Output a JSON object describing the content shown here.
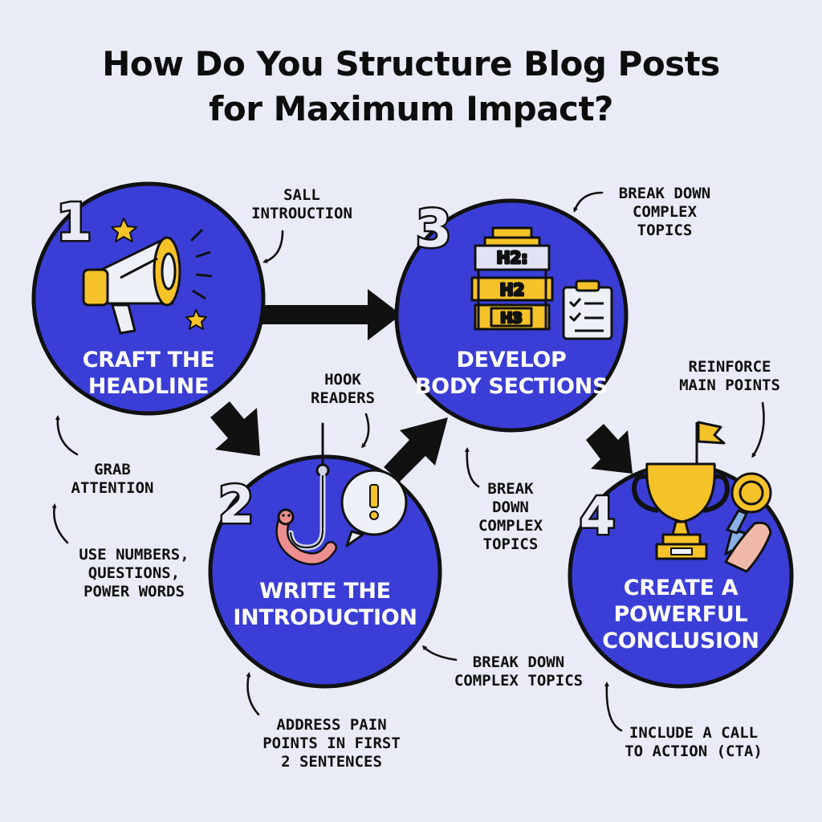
{
  "title": {
    "line1": "How Do You Structure Blog Posts",
    "line2": "for Maximum Impact?"
  },
  "steps": [
    {
      "number": "1",
      "label_lines": [
        "CRAFT THE",
        "HEADLINE"
      ],
      "icon": "megaphone-icon"
    },
    {
      "number": "2",
      "label_lines": [
        "WRITE THE",
        "INTRODUCTION"
      ],
      "icon": "fishhook-worm-icon"
    },
    {
      "number": "3",
      "label_lines": [
        "DEVELOP",
        "BODY SECTIONS"
      ],
      "icon": "heading-structure-icon"
    },
    {
      "number": "4",
      "label_lines": [
        "CREATE A",
        "POWERFUL",
        "CONCLUSION"
      ],
      "icon": "trophy-icon"
    }
  ],
  "heading_blocks": [
    "H2:",
    "H2",
    "H3"
  ],
  "notes": {
    "sall_introduction": [
      "SALL",
      "INTROUCTION"
    ],
    "grab_attention": [
      "GRAB",
      "ATTENTION"
    ],
    "use_numbers": [
      "USE NUMBERS,",
      "QUESTIONS,",
      "POWER WORDS"
    ],
    "hook_readers": [
      "HOOK",
      "READERS"
    ],
    "address_pain": [
      "ADDRESS PAIN",
      "POINTS IN FIRST",
      "2 SENTENCES"
    ],
    "break_down_top": [
      "BREAK DOWN",
      "COMPLEX",
      "TOPICS"
    ],
    "break_down_middle": [
      "BREAK",
      "DOWN",
      "COMPLEX",
      "TOPICS"
    ],
    "break_down_bottom": [
      "BREAK DOWN",
      "COMPLEX TOPICS"
    ],
    "reinforce": [
      "REINFORCE",
      "MAIN POINTS"
    ],
    "include_cta": [
      "INCLUDE A CALL",
      "TO ACTION (CTA)"
    ]
  },
  "colors": {
    "background": "#e9ecf6",
    "circle_fill": "#3a3ed6",
    "outline": "#111111",
    "accent_yellow": "#f5c228",
    "worm_pink": "#ee8f8f"
  }
}
